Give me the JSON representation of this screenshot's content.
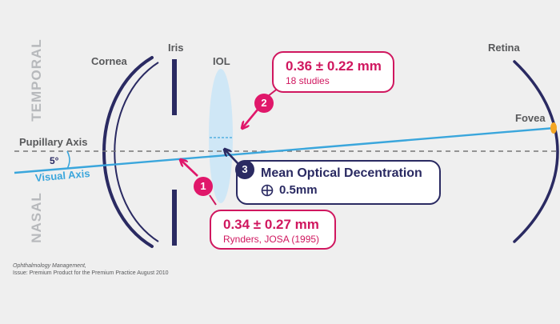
{
  "labels": {
    "temporal": "TEMPORAL",
    "nasal": "NASAL",
    "cornea": "Cornea",
    "iris": "Iris",
    "iol": "IOL",
    "retina": "Retina",
    "fovea": "Fovea",
    "pupillary_axis": "Pupillary Axis",
    "visual_axis": "Visual Axis",
    "angle": "5°"
  },
  "callouts": {
    "one": {
      "badge": "1",
      "value": "0.34 ± 0.27 mm",
      "note": "Rynders, JOSA (1995)"
    },
    "two": {
      "badge": "2",
      "value": "0.36 ± 0.22 mm",
      "note": "18 studies"
    },
    "three": {
      "badge": "3",
      "title": "Mean Optical Decentration",
      "value": "0.5mm",
      "icon": "crosshair-circle-icon"
    }
  },
  "source": {
    "journal": "Ophthalmology Management,",
    "issue": "Issue: Premium Product for the Premium Practice August 2010"
  },
  "colors": {
    "navy": "#2a2a62",
    "pink": "#d0175f",
    "cyan": "#3aa6dc",
    "lens": "#cfe7f6",
    "fovea": "#f5a623",
    "background": "#efefef"
  }
}
